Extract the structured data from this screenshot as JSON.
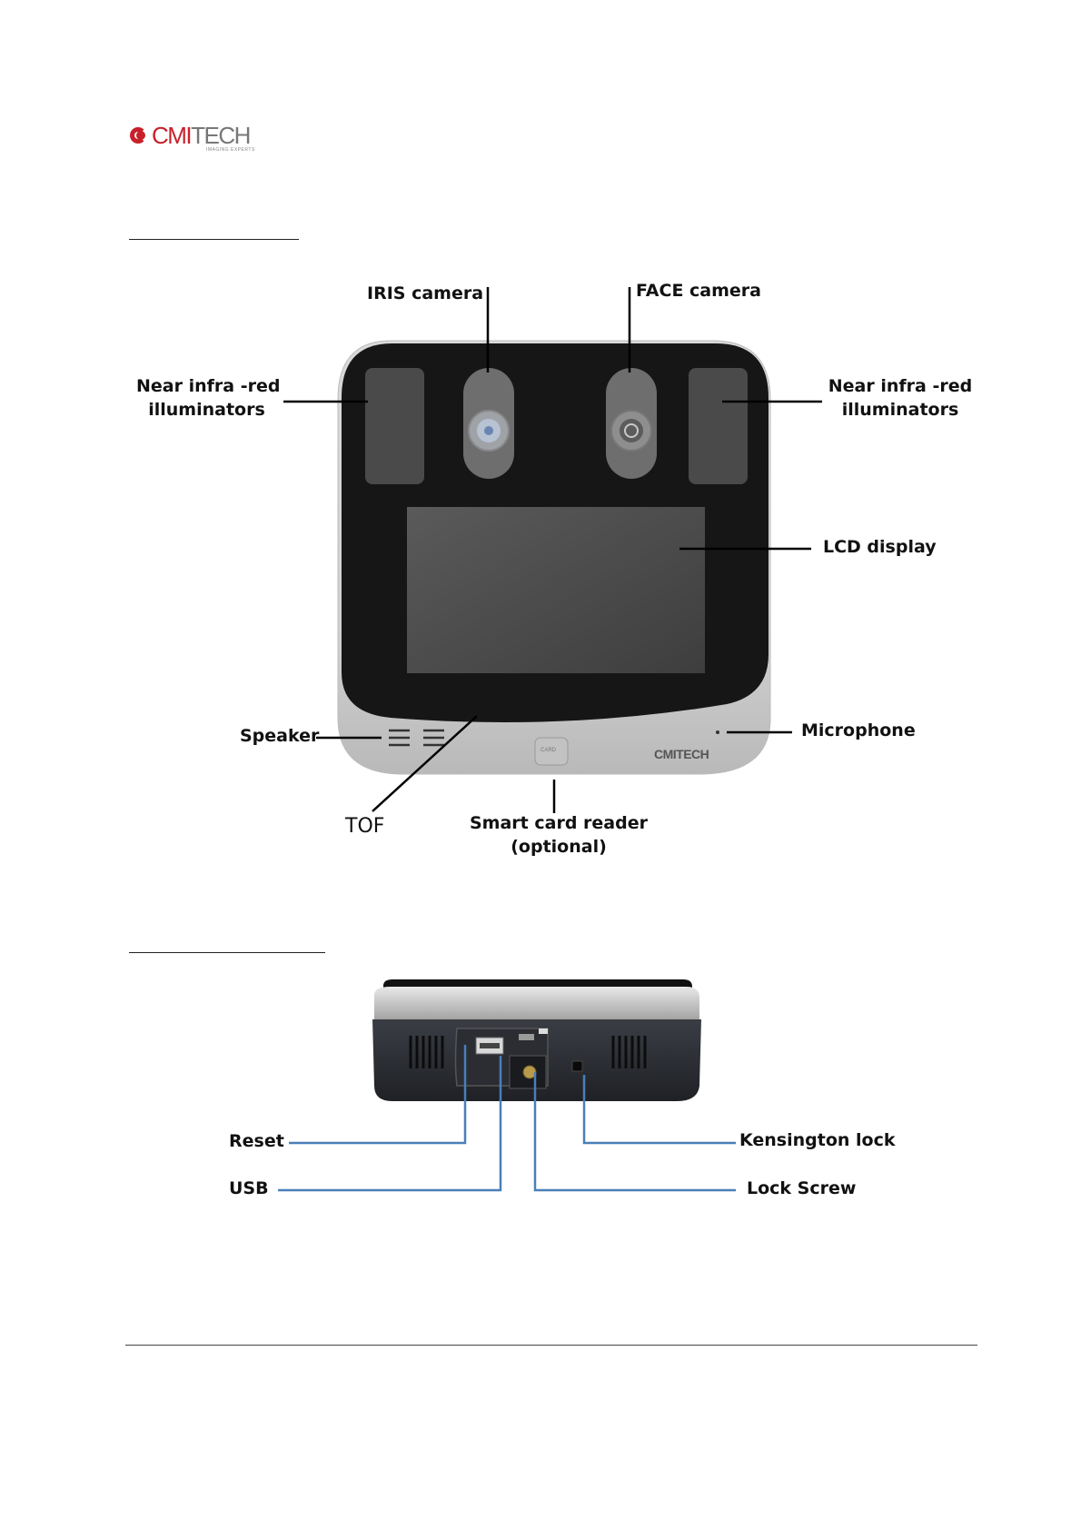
{
  "logo": {
    "name_part1": "CMI",
    "name_part2": "TECH",
    "tagline": "IMAGING EXPERTS"
  },
  "front_view": {
    "labels": {
      "iris_camera": "IRIS  camera",
      "face_camera": "FACE  camera",
      "nir_left_line1": "Near infra -red",
      "nir_left_line2": "illuminators",
      "nir_right_line1": "Near infra -red",
      "nir_right_line2": "illuminators",
      "lcd_display": "LCD display",
      "speaker": "Speaker",
      "microphone": "Microphone",
      "tof": "TOF",
      "smart_card_line1": "Smart card reader",
      "smart_card_line2": "(optional)"
    },
    "device_brand": "CMITECH",
    "card_button": "CARD"
  },
  "bottom_view": {
    "labels": {
      "reset": "Reset",
      "usb": "USB",
      "kensington_lock": "Kensington lock",
      "lock_screw": "Lock Screw"
    }
  },
  "colors": {
    "brand_red": "#c8202a",
    "leader_blue": "#4a7fb8"
  }
}
